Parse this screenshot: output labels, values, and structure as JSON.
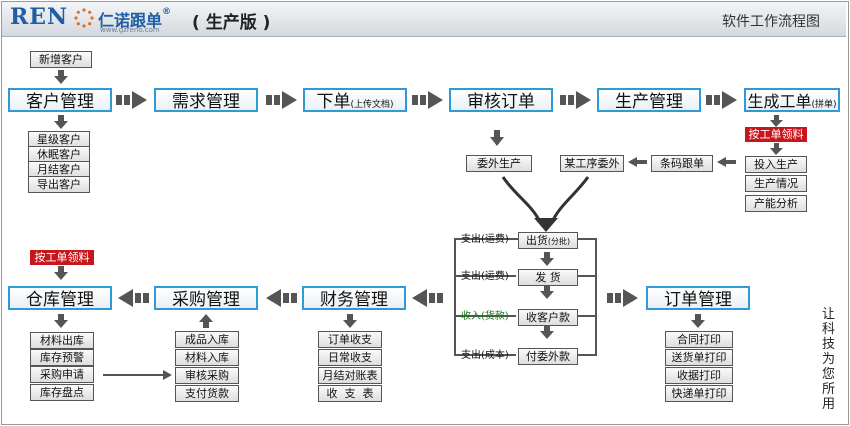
{
  "header": {
    "logo_left": "REN",
    "logo_right": "",
    "company": "仁诺跟单",
    "reg": "®",
    "website": "www.gzreno.com",
    "edition": "( 生产版 )",
    "flow_title": "软件工作流程图"
  },
  "top_row": {
    "new_customer": "新增客户",
    "customer": "客户管理",
    "demand": "需求管理",
    "order_main": "下单",
    "order_note": "(上传文档)",
    "review": "审核订单",
    "production": "生产管理",
    "workorder_main": "生成工单",
    "workorder_note": "(拼单)"
  },
  "customer_types": [
    "星级客户",
    "休眠客户",
    "月结客户",
    "导出客户"
  ],
  "production_row": {
    "outsource": "委外生产",
    "process_outsource": "某工序委外",
    "barcode": "条码跟单",
    "pick_material": "按工单领料",
    "put_in": "投入生产",
    "status": "生产情况",
    "capacity": "产能分析"
  },
  "finance_flow": {
    "ship_main": "出货",
    "ship_note": "(分批)",
    "deliver": "发 货",
    "collect": "收客户款",
    "pay_outsource": "付委外款",
    "label_freight1": "支出(运费)",
    "label_freight2": "支出(运费)",
    "label_income": "收入(货款)",
    "label_cost": "支出(成本)"
  },
  "bottom_row": {
    "pick_material": "按工单领料",
    "warehouse": "仓库管理",
    "purchase": "采购管理",
    "finance": "财务管理",
    "orders": "订单管理"
  },
  "warehouse_items": [
    "材料出库",
    "库存预警",
    "采购申请",
    "库存盘点"
  ],
  "purchase_items": [
    "成品入库",
    "材料入库",
    "审核采购",
    "支付货款"
  ],
  "finance_items": [
    "订单收支",
    "日常收支",
    "月结对账表",
    "收  支  表"
  ],
  "order_items": [
    "合同打印",
    "送货单打印",
    "收据打印",
    "快递单打印"
  ],
  "side_text": "让科技为您所用",
  "colors": {
    "main_border": "#2f9ad6",
    "arrow": "#444444",
    "red_tag": "#c8161d",
    "income_text": "#1a7a1a"
  }
}
